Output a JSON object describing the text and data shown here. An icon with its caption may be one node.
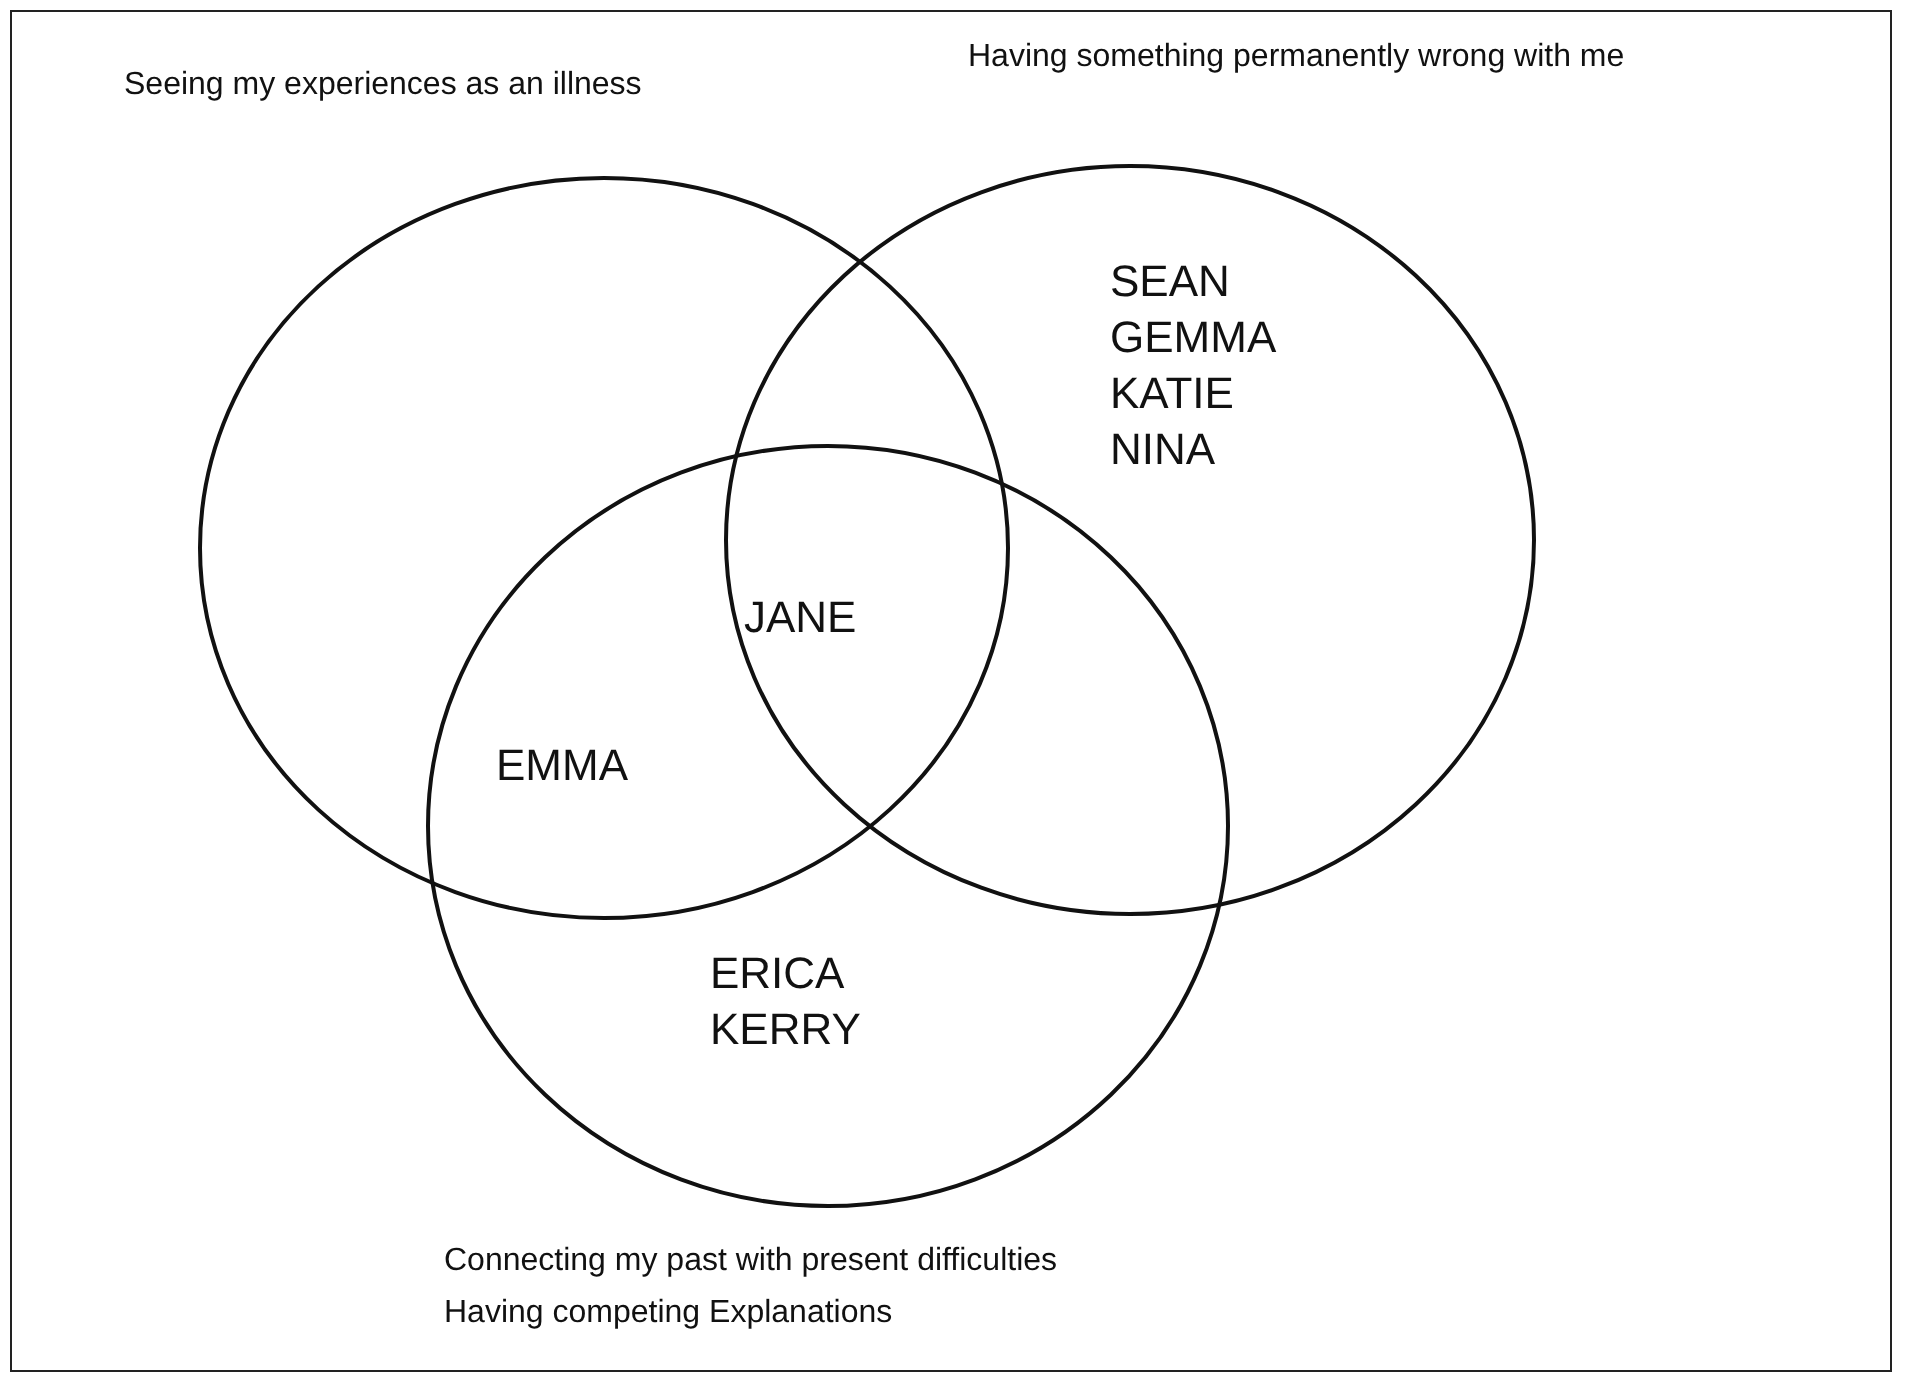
{
  "diagram": {
    "nodes": [
      {
        "text": [
          "Seeing my experiences as an illness"
        ]
      },
      {
        "text": [
          "Having something permanently wrong with me"
        ]
      },
      {
        "text": [
          "Connecting my past with present difficulties",
          "Having competing Explanations"
        ]
      }
    ],
    "labels": [
      "SEAN",
      "GEMMA",
      "KATIE",
      "NINA",
      "JANE",
      "EMMA",
      "ERICA",
      "KERRY"
    ]
  }
}
